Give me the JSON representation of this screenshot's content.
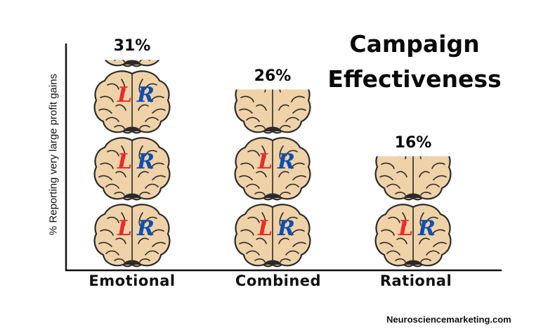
{
  "chart_data": {
    "type": "bar",
    "style": "pictograph",
    "title": "Campaign Effectiveness",
    "xlabel": "",
    "ylabel": "% Reporting very large profit gains",
    "categories": [
      "Emotional",
      "Combined",
      "Rational"
    ],
    "values": [
      31,
      26,
      16
    ],
    "value_labels": [
      "31%",
      "26%",
      "16%"
    ],
    "unit": "%",
    "ylim": [
      0,
      34
    ],
    "icon_value": 10,
    "icon": "brain-icon",
    "icon_letters": {
      "left": "L",
      "right": "R"
    },
    "grid": false,
    "legend": "none",
    "source": "Neurosciencemarketing.com"
  },
  "colors": {
    "brain_fill": "#f0d2a8",
    "brain_stroke": "#2a2a2a",
    "left_letter": "#ee2a2a",
    "right_letter": "#0b4fb3",
    "axis": "#111111",
    "text": "#0a0a0a"
  }
}
